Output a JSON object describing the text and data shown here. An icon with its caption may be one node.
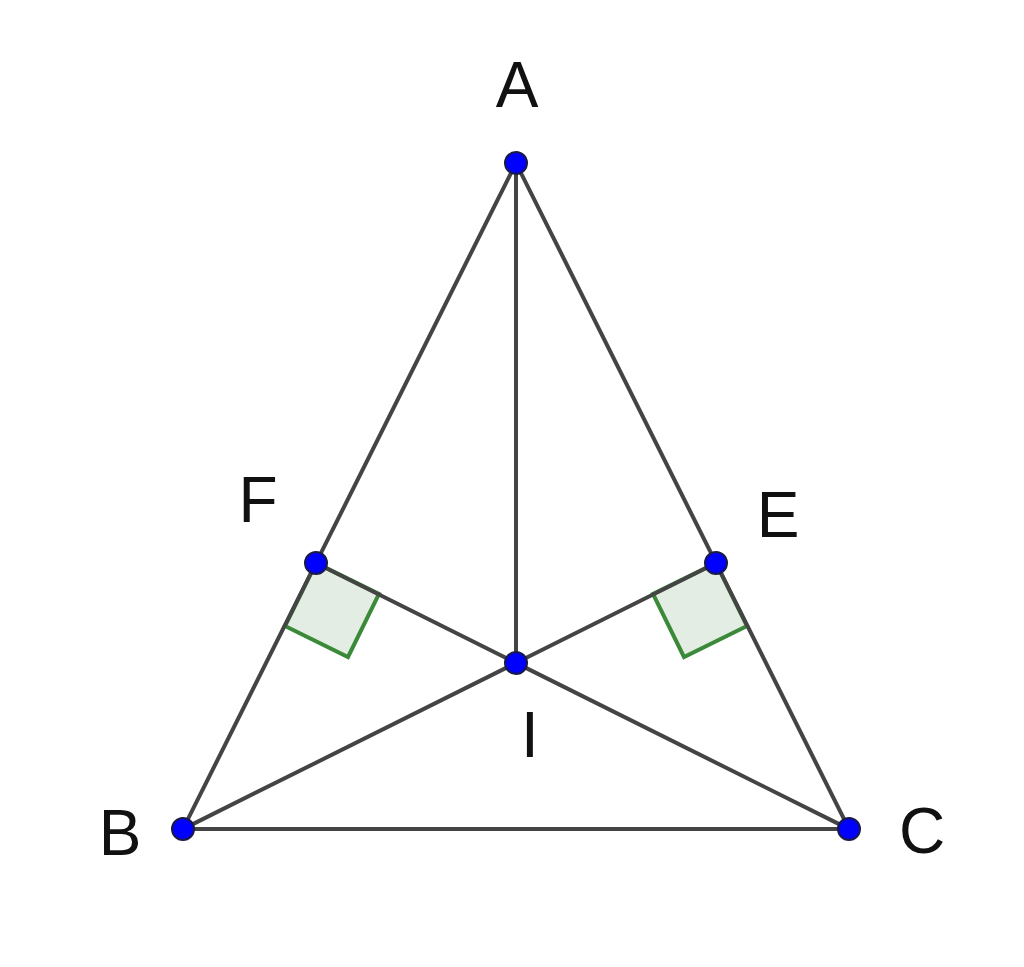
{
  "diagram": {
    "nodes": [
      {
        "text": [
          "A"
        ]
      },
      {
        "text": [
          "F"
        ]
      },
      {
        "text": [
          "E"
        ]
      },
      {
        "text": [
          "I"
        ]
      },
      {
        "text": [
          "B"
        ]
      },
      {
        "text": [
          "C"
        ]
      }
    ],
    "edges": [
      {
        "from": 0,
        "to": 1,
        "arrow": "none"
      },
      {
        "from": 1,
        "to": 4,
        "arrow": "none"
      },
      {
        "from": 0,
        "to": 2,
        "arrow": "none"
      },
      {
        "from": 2,
        "to": 5,
        "arrow": "none"
      },
      {
        "from": 4,
        "to": 5,
        "arrow": "none"
      },
      {
        "from": 0,
        "to": 3,
        "arrow": "none"
      },
      {
        "from": 4,
        "to": 3,
        "arrow": "none"
      },
      {
        "from": 3,
        "to": 2,
        "arrow": "none"
      },
      {
        "from": 5,
        "to": 3,
        "arrow": "none"
      },
      {
        "from": 3,
        "to": 1,
        "arrow": "none"
      }
    ]
  }
}
